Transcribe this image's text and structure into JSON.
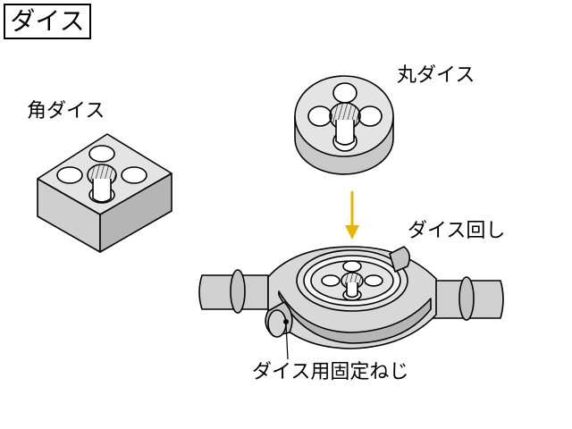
{
  "title": "ダイス",
  "labels": {
    "square_die": "角ダイス",
    "round_die": "丸ダイス",
    "die_holder": "ダイス回し",
    "set_screw": "ダイス用固定ねじ"
  },
  "colors": {
    "light_gray": "#e6e6e6",
    "mid_gray": "#cfcfcf",
    "dark_gray": "#a8a8a8",
    "outline": "#000000",
    "arrow": "#e8b400"
  }
}
